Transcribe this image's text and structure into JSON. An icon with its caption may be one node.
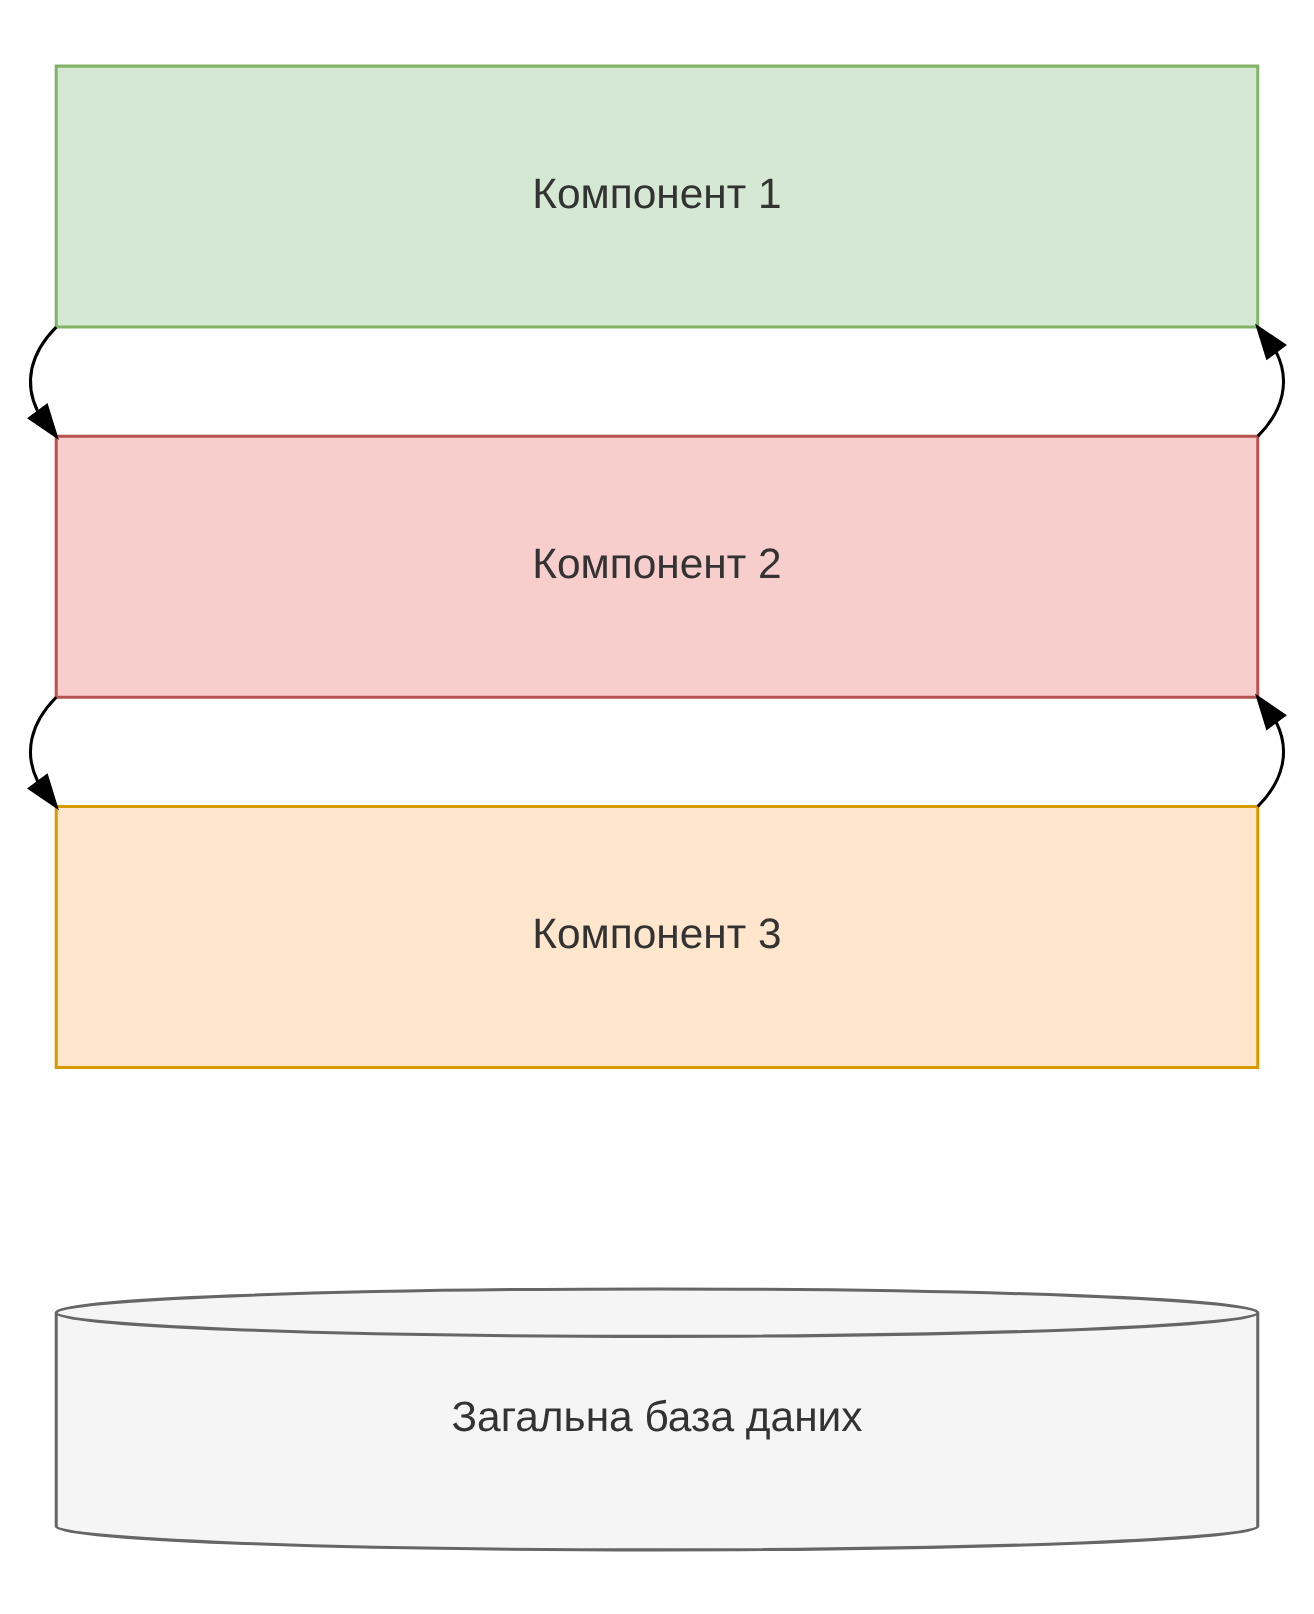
{
  "diagram": {
    "nodes": [
      {
        "text": [
          "Компонент 1"
        ]
      },
      {
        "text": [
          "Компонент 2"
        ]
      },
      {
        "text": [
          "Компонент 3"
        ]
      },
      {
        "text": [
          "Загальна база даних"
        ]
      }
    ],
    "edges": [
      {
        "from": 0,
        "to": 1,
        "arrow": "to"
      },
      {
        "from": 1,
        "to": 0,
        "arrow": "to"
      },
      {
        "from": 1,
        "to": 2,
        "arrow": "to"
      },
      {
        "from": 2,
        "to": 1,
        "arrow": "to"
      }
    ]
  }
}
